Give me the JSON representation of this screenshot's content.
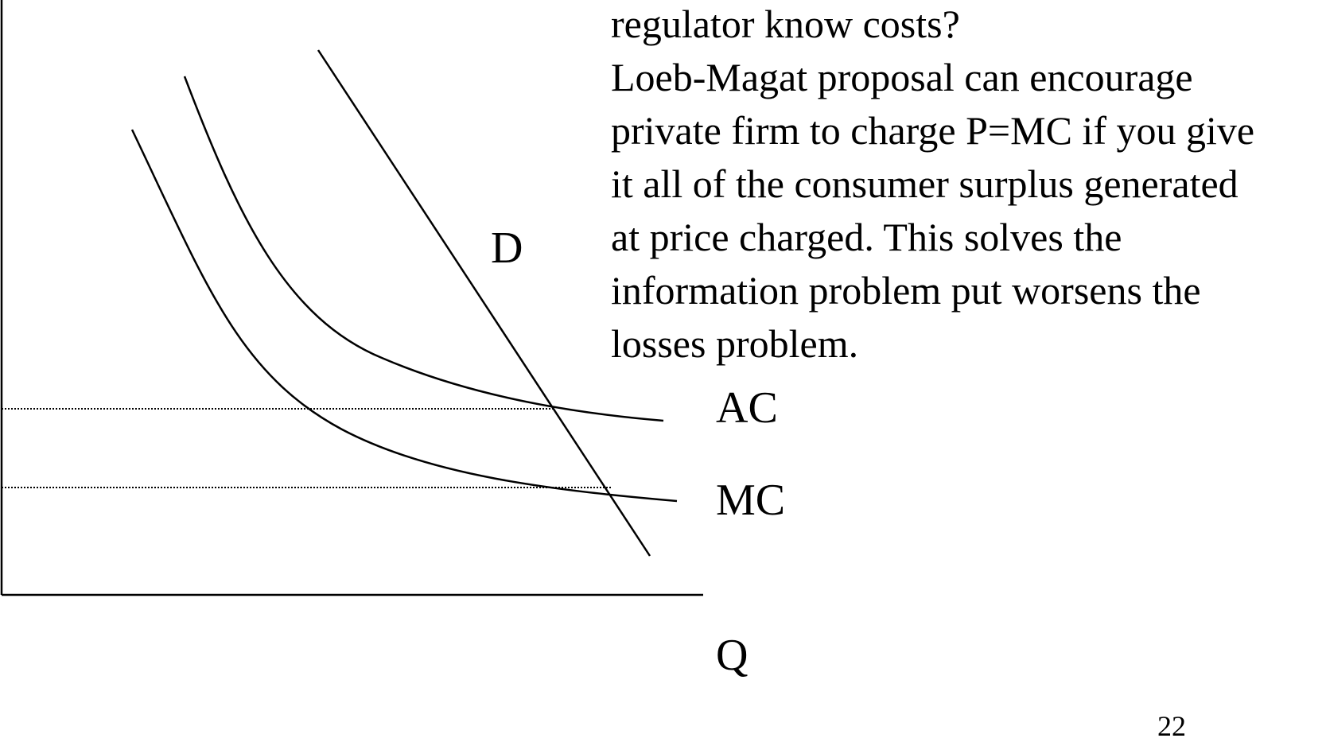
{
  "slide": {
    "text_lines": [
      "regulator know costs?",
      "Loeb-Magat proposal can encourage",
      "private firm to charge P=MC if you give",
      "it all of the consumer surplus generated",
      "at price charged. This solves the",
      "information problem put worsens the",
      "losses problem."
    ],
    "page_number": "22"
  },
  "diagram": {
    "labels": {
      "demand": "D",
      "average_cost": "AC",
      "marginal_cost": "MC",
      "quantity_axis": "Q"
    },
    "colors": {
      "line": "#000000",
      "background": "#ffffff"
    },
    "price_lines_style": "dotted"
  }
}
